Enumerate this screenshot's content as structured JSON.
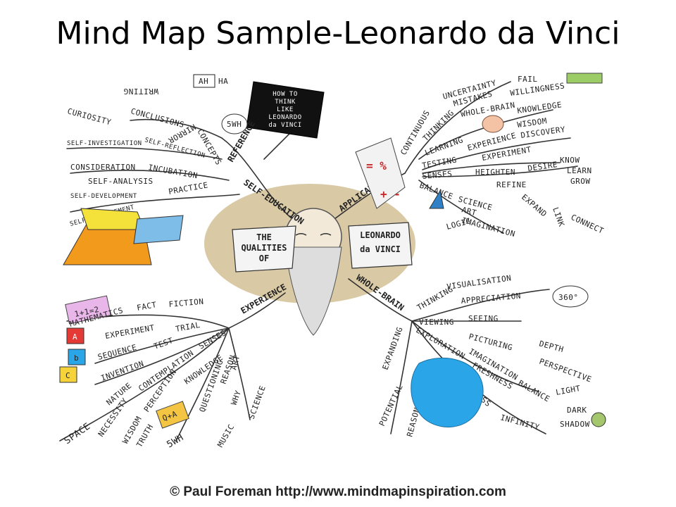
{
  "title": "Mind Map Sample-Leonardo da Vinci",
  "credit": "© Paul Foreman http://www.mindmapinspiration.com",
  "center": {
    "left_banner": [
      "THE",
      "QUALITIES",
      "OF"
    ],
    "right_banner": [
      "LEONARDO",
      "da VINCI"
    ]
  },
  "book": [
    "HOW TO",
    "THINK",
    "LIKE",
    "LEONARDO",
    "da VINCI"
  ],
  "hubs": {
    "self_education": "SELF-EDUCATION",
    "reference": "REFERENCE",
    "application": "APPLICATION",
    "experience": "EXPERIENCE",
    "whole_brain": "WHOLE-BRAIN",
    "continuous": "CONTINUOUS"
  },
  "top_left": {
    "writing": "WRITING",
    "mirror": "MIRROR",
    "ah": "AH",
    "ha": "HA",
    "curiosity": "CURIOSITY",
    "conclusions": "CONCLUSIONS",
    "concepts": "CONCEPTS",
    "fivewh": "5WH",
    "self_investigation": "SELF-INVESTIGATION",
    "self_reflection": "SELF-REFLECTION",
    "consideration": "CONSIDERATION",
    "incubation": "INCUBATION",
    "self_analysis": "SELF-ANALYSIS",
    "self_development": "SELF-DEVELOPMENT",
    "practice": "PRACTICE",
    "self_improvement": "SELF-IMPROVEMENT"
  },
  "top_right": {
    "uncertainty": "UNCERTAINTY",
    "fail": "FAIL",
    "mistakes": "MISTAKES",
    "willingness": "WILLINGNESS",
    "thinking": "THINKING",
    "whole_brain": "WHOLE-BRAIN",
    "knowledge": "KNOWLEDGE",
    "wisdom": "WISDOM",
    "discovery": "DISCOVERY",
    "learning": "LEARNING",
    "experience": "EXPERIENCE",
    "experiment": "EXPERIMENT",
    "testing": "TESTING",
    "senses": "SENSES",
    "heighten": "HEIGHTEN",
    "desire": "DESIRE",
    "know": "KNOW",
    "learn": "LEARN",
    "grow": "GROW",
    "balance": "BALANCE",
    "refine": "REFINE",
    "expand": "EXPAND",
    "link": "LINK",
    "connect": "CONNECT",
    "science": "SCIENCE",
    "art": "ART",
    "imagination": "IMAGINATION",
    "logic": "LOGIC",
    "formula": "= %",
    "ops": "+ -"
  },
  "bottom_left": {
    "equation": "1+1=2",
    "mathematics": "MATHEMATICS",
    "fact": "FACT",
    "fiction": "FICTION",
    "experiment": "EXPERIMENT",
    "trial": "TRIAL",
    "sequence": "SEQUENCE",
    "test": "TEST",
    "invention": "INVENTION",
    "senses": "SENSES",
    "contemplation": "CONTEMPLATION",
    "nature": "NATURE",
    "knowledge": "KNOWLEDGE",
    "reason": "REASON",
    "art": "ART",
    "space": "SPACE",
    "necessity": "NECESSITY",
    "perception": "PERCEPTION",
    "questioning": "QUESTIONING",
    "why": "WHY",
    "science": "SCIENCE",
    "wisdom": "WISDOM",
    "truth": "TRUTH",
    "fivewh": "5WH",
    "qa": "Q+A",
    "music": "MUSIC",
    "cube_a": "A",
    "cube_b": "b",
    "cube_c": "C"
  },
  "bottom_right": {
    "visualisation": "VISUALISATION",
    "thinking": "THINKING",
    "appreciation": "APPRECIATION",
    "degrees": "360°",
    "viewing": "VIEWING",
    "seeing": "SEEING",
    "picturing": "PICTURING",
    "expanding": "EXPANDING",
    "exploration": "EXPLORATION",
    "imagination": "IMAGINATION",
    "depth": "DEPTH",
    "perspective": "PERSPECTIVE",
    "potential": "POTENTIAL",
    "freshness": "FRESHNESS",
    "balance": "BALANCE",
    "light": "LIGHT",
    "newness": "NEWNESS",
    "reason": "REASON",
    "dark": "DARK",
    "shadow": "SHADOW",
    "infinity": "INFINITY"
  }
}
